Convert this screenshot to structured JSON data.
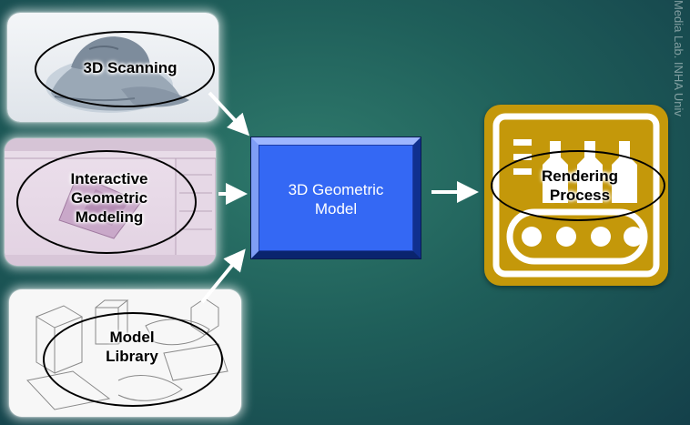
{
  "watermark": "Media Lab. INHA Univ",
  "inputs": {
    "scanning": {
      "label": "3D Scanning"
    },
    "interactive": {
      "label": "Interactive Geometric Modeling",
      "lines": [
        "Interactive",
        "Geometric",
        "Modeling"
      ]
    },
    "library": {
      "label": "Model Library",
      "lines": [
        "Model",
        "Library"
      ]
    }
  },
  "center": {
    "label": "3D Geometric Model",
    "lines": [
      "3D Geometric",
      "Model"
    ]
  },
  "output": {
    "label": "Rendering Process",
    "lines": [
      "Rendering",
      "Process"
    ]
  },
  "colors": {
    "background": "#1f5f5a",
    "model_box": "#3468f4",
    "rendering_icon": "#c4980a",
    "arrow": "#ffffff"
  },
  "icons": [
    "factory-rendering-icon"
  ]
}
